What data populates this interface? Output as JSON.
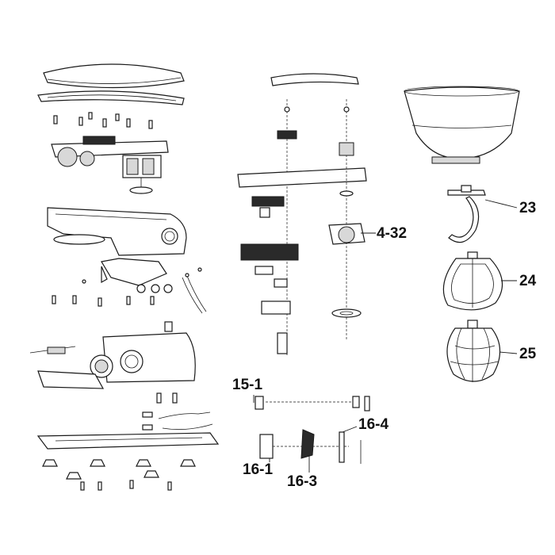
{
  "callouts": {
    "c_4_32": "4-32",
    "c_15_1": "15-1",
    "c_16_1": "16-1",
    "c_16_3": "16-3",
    "c_16_4": "16-4",
    "c_23": "23",
    "c_24": "24",
    "c_25": "25"
  }
}
